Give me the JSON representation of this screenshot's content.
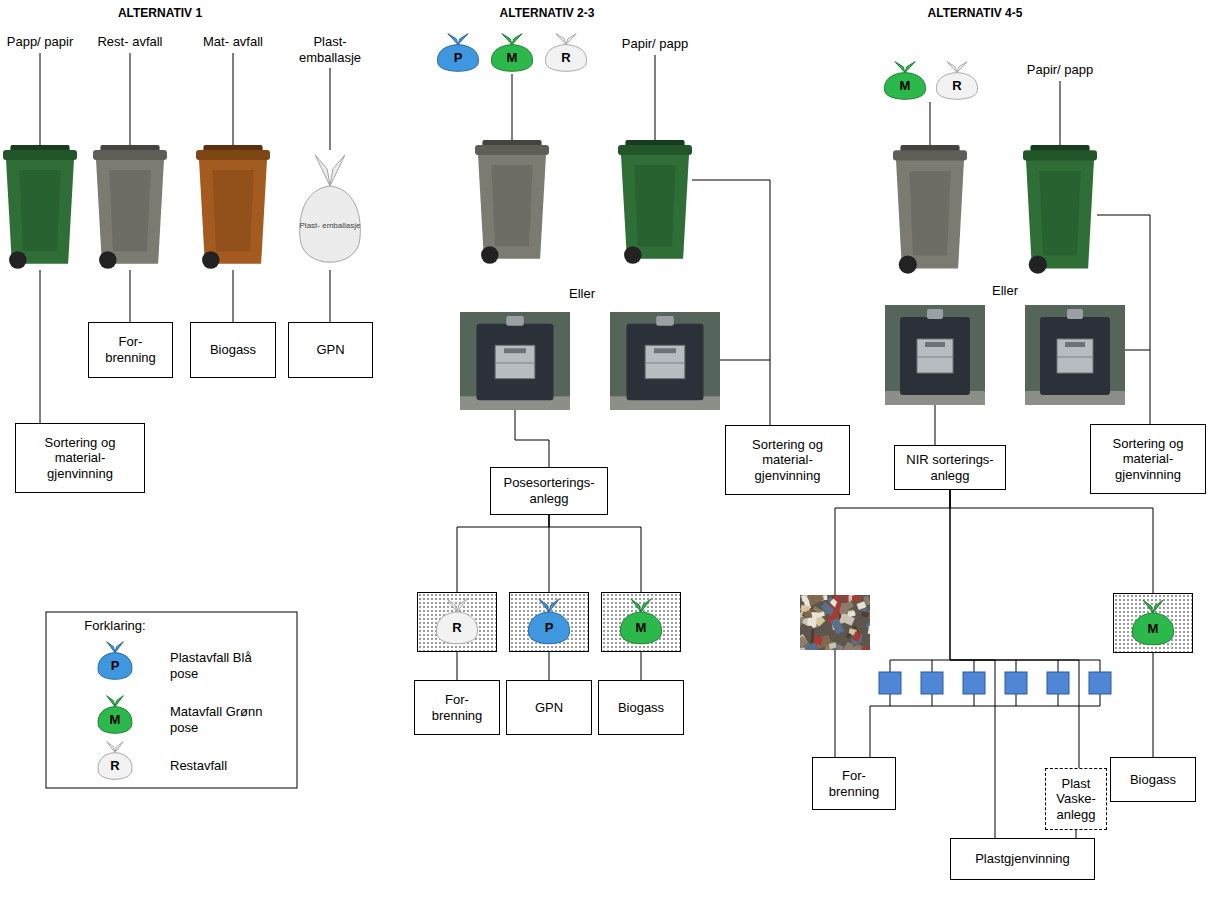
{
  "diagram": {
    "nodes": [
      {
        "text": [
          "Papp/ papir"
        ]
      },
      {
        "text": [
          "Rest- avfall"
        ]
      },
      {
        "text": [
          "Mat- avfall"
        ]
      },
      {
        "text": [
          "Plast- emballasje",
          "Plast- emballasje"
        ]
      },
      {
        "text": [
          "For- brenning"
        ]
      },
      {
        "text": [
          "Biogass"
        ]
      },
      {
        "text": [
          "GPN"
        ]
      },
      {
        "text": [
          "Sortering og material- gjenvinning"
        ]
      },
      {
        "text": [
          "Papir/ papp"
        ]
      },
      {
        "text": [
          "Sortering og material- gjenvinning"
        ]
      },
      {
        "text": [
          "Posesorterings- anlegg"
        ]
      },
      {
        "text": [
          "R"
        ]
      },
      {
        "text": [
          "P"
        ]
      },
      {
        "text": [
          "M"
        ]
      },
      {
        "text": [
          "For- brenning"
        ]
      },
      {
        "text": [
          "GPN"
        ]
      },
      {
        "text": [
          "Biogass"
        ]
      },
      {
        "text": [
          "Papir/ papp"
        ]
      },
      {
        "text": [
          "Sortering og material- gjenvinning"
        ]
      },
      {
        "text": [
          "NIR sorterings- anlegg"
        ]
      },
      {
        "text": [
          "M"
        ]
      },
      {
        "text": [
          "For- brenning"
        ]
      },
      {
        "text": [
          "Plast Vaske- anlegg"
        ]
      },
      {
        "text": [
          "Plastgjenvinning"
        ]
      },
      {
        "text": [
          "Biogass"
        ]
      }
    ],
    "edges": [
      {
        "from": 0,
        "to": 7,
        "arrow": "none"
      },
      {
        "from": 1,
        "to": 4,
        "arrow": "none"
      },
      {
        "from": 2,
        "to": 5,
        "arrow": "none"
      },
      {
        "from": 3,
        "to": 6,
        "arrow": "none"
      },
      {
        "from": 8,
        "to": 9,
        "arrow": "none"
      },
      {
        "from": 10,
        "to": 11,
        "arrow": "none"
      },
      {
        "from": 10,
        "to": 12,
        "arrow": "none"
      },
      {
        "from": 10,
        "to": 13,
        "arrow": "none"
      },
      {
        "from": 11,
        "to": 14,
        "arrow": "none"
      },
      {
        "from": 12,
        "to": 15,
        "arrow": "none"
      },
      {
        "from": 13,
        "to": 16,
        "arrow": "none"
      },
      {
        "from": 17,
        "to": 18,
        "arrow": "none"
      },
      {
        "from": 19,
        "to": 20,
        "arrow": "none"
      },
      {
        "from": 19,
        "to": 21,
        "arrow": "none"
      },
      {
        "from": 19,
        "to": 22,
        "arrow": "none"
      },
      {
        "from": 19,
        "to": 23,
        "arrow": "none"
      },
      {
        "from": 20,
        "to": 24,
        "arrow": "none"
      },
      {
        "from": 22,
        "to": 23,
        "arrow": "none"
      }
    ],
    "labels": [
      "ALTERNATIV 1",
      "ALTERNATIV 2-3",
      "ALTERNATIV 4-5",
      "Forklaring:",
      "P",
      "M",
      "R",
      "P",
      "M",
      "R",
      "Eller",
      "M",
      "R",
      "Eller"
    ],
    "legend": [
      {
        "text": "Plastavfall Blå pose",
        "color": "#3f97e0"
      },
      {
        "text": "Matavfall Grønn pose",
        "color": "#2db84b"
      },
      {
        "text": "Restavfall",
        "color": "#f2f2f2"
      }
    ]
  }
}
